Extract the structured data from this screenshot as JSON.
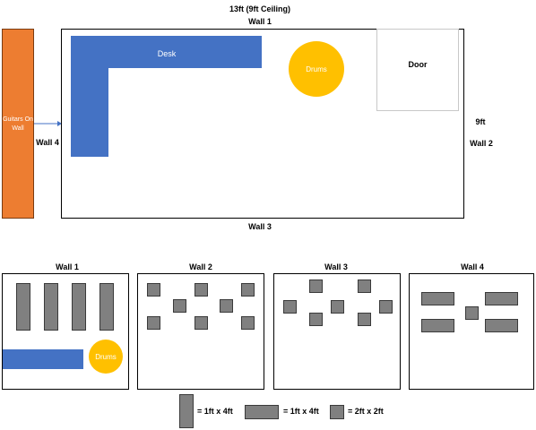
{
  "floorplan": {
    "dimension_top": "13ft (9ft Ceiling)",
    "dimension_right": "9ft",
    "wall1": "Wall 1",
    "wall2": "Wall 2",
    "wall3": "Wall 3",
    "wall4": "Wall 4",
    "desk": "Desk",
    "drums": "Drums",
    "door": "Door",
    "guitars": "Guitars On Wall"
  },
  "elevations": {
    "wall1": {
      "title": "Wall 1",
      "drums": "Drums"
    },
    "wall2": {
      "title": "Wall 2"
    },
    "wall3": {
      "title": "Wall 3"
    },
    "wall4": {
      "title": "Wall 4"
    }
  },
  "legend": {
    "vertical": "= 1ft x 4ft",
    "horizontal": "= 1ft x 4ft",
    "square": "= 2ft x 2ft"
  },
  "colors": {
    "desk": "#4472c4",
    "drums": "#ffc000",
    "guitars": "#ed7d31",
    "panel": "#808080"
  }
}
